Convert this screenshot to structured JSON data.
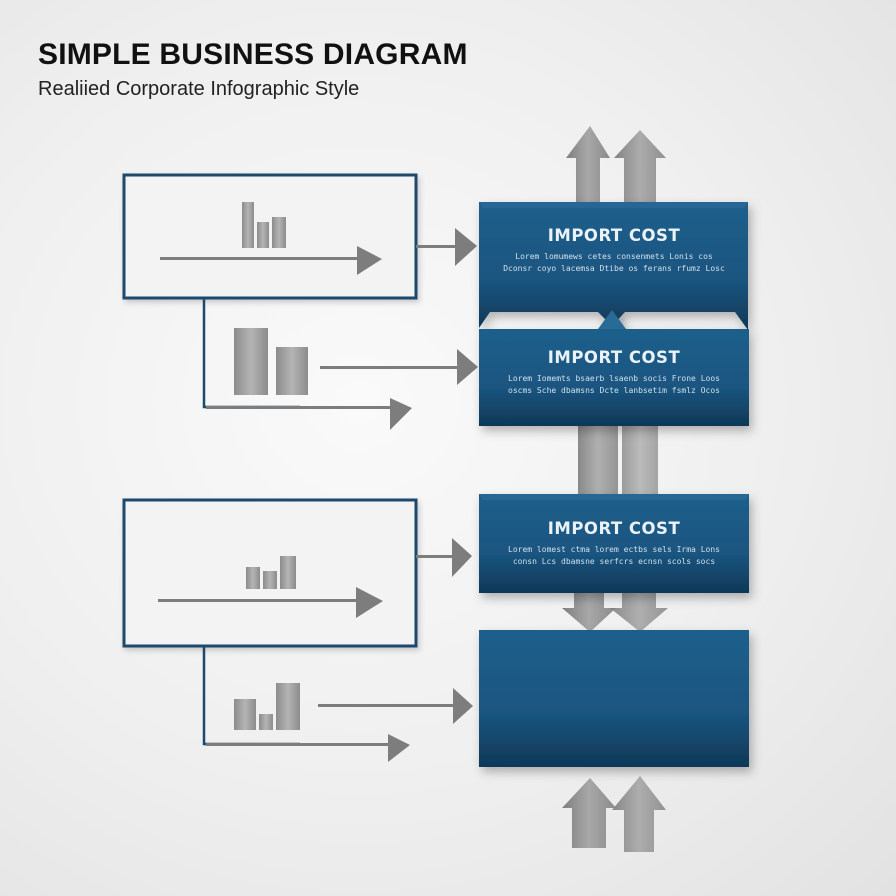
{
  "header": {
    "title": "SIMPLE BUSINESS DIAGRAM",
    "subtitle": "Realiied Corporate Infographic Style"
  },
  "cards": [
    {
      "title": "IMPORT COST",
      "lines": [
        "Lorem lomumews cetes consenmets Lonis cos",
        "Dconsr coyo lacemsa Dtibe os ferans rfumz Losc"
      ]
    },
    {
      "title": "IMPORT COST",
      "lines": [
        "Lorem Iomemts bsaerb lsaenb socis Frone Loos",
        "oscms Sche dbamsns Dcte lanbsetim fsmlz Ocos"
      ]
    },
    {
      "title": "IMPORT COST",
      "lines": [
        "Lorem lomest ctma lorem ectbs sels Irma Lons",
        "consn Lcs dbamsne serfcrs ecnsn scols socs"
      ]
    },
    {
      "title": "",
      "lines": []
    }
  ],
  "colors": {
    "card_blue": "#1d5a84",
    "card_blue_dark": "#10395a",
    "frame_navy": "#1a4a6e",
    "arrow_gray": "#8a8a8a",
    "bar_gray": "#9a9a9a"
  },
  "icons": [
    "bar-chart-icon",
    "arrow-right-icon",
    "arrow-up-icon",
    "arrow-down-icon"
  ]
}
